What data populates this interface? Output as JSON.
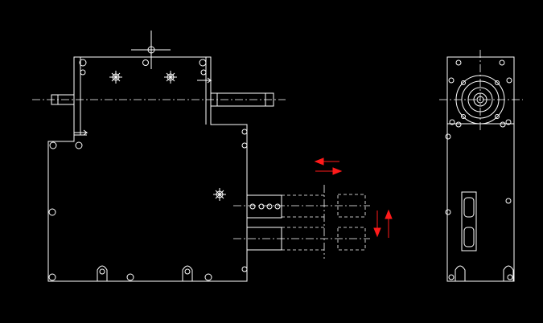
{
  "drawing": {
    "background": "#000000",
    "line_color": "#ffffff",
    "arrow_color": "#ff1a1a",
    "views": [
      "front-view",
      "side-view"
    ],
    "annotations": {
      "horizontal_arrows": 2,
      "vertical_arrows": 2
    }
  }
}
